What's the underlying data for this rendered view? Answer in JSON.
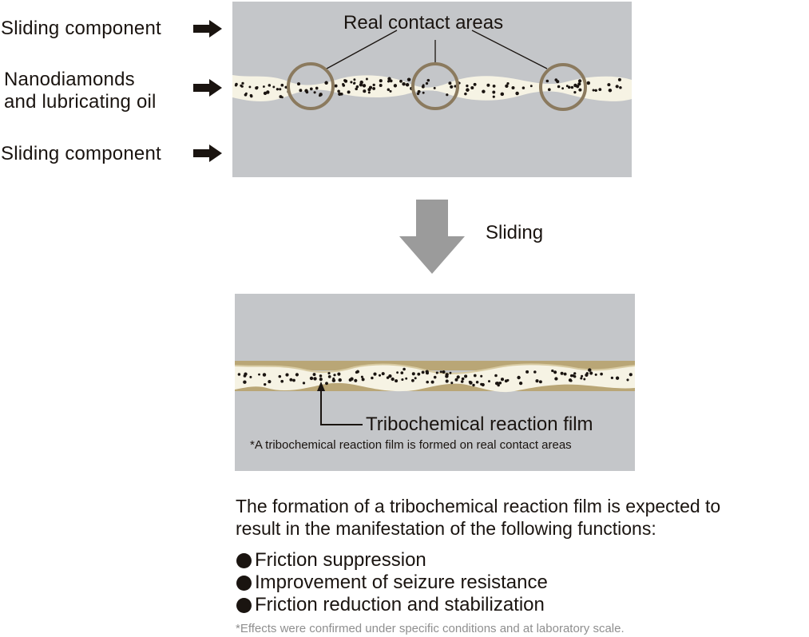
{
  "left_labels": {
    "top_component": "Sliding component",
    "middle_line1": "Nanodiamonds",
    "middle_line2": "and lubricating oil",
    "bottom_component": "Sliding component"
  },
  "top_diagram": {
    "callout": "Real contact areas"
  },
  "transition": {
    "label": "Sliding"
  },
  "bottom_diagram": {
    "film_label": "Tribochemical reaction film",
    "film_note": "*A tribochemical reaction film is formed on real contact areas"
  },
  "summary": {
    "intro_line1": "The formation of a tribochemical reaction film is expected to",
    "intro_line2": "result in the manifestation of the following functions:",
    "functions": [
      "Friction suppression",
      "Improvement of seizure resistance",
      "Friction reduction and stabilization"
    ],
    "footnote": "*Effects were confirmed under specific conditions and at laboratory scale."
  },
  "colors": {
    "component_gray": "#c4c6c9",
    "lubricant_cream": "#f6f3e4",
    "particle_black": "#1a1410",
    "contact_ring": "#8b7a5e",
    "reaction_film": "#b9a676",
    "arrow_gray": "#9b9b9b"
  }
}
